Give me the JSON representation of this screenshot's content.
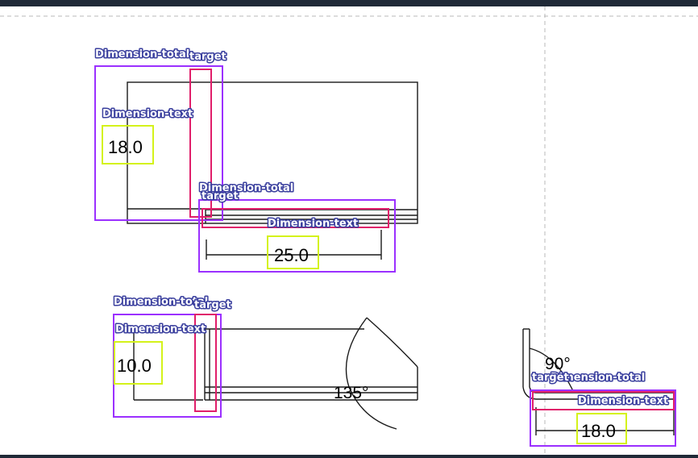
{
  "colors": {
    "frame": "#1f2937",
    "dimension_total_box": "#9b30ff",
    "dimension_text_box": "#d4f21a",
    "target_box": "#e01e6a",
    "annotation_label_stroke": "#3a3f9e",
    "drawing_line": "#1a1a1a",
    "divider": "#b8b8b8"
  },
  "annotations": {
    "dimension_total": "Dimension-total",
    "dimension_text": "Dimension-text",
    "target": "target"
  },
  "views": {
    "top_view": {
      "vertical_dimension": "18.0",
      "horizontal_dimension": "25.0"
    },
    "front_view": {
      "vertical_dimension": "10.0",
      "angle": "135°"
    },
    "side_view": {
      "angle": "90°",
      "horizontal_dimension": "18.0"
    }
  }
}
